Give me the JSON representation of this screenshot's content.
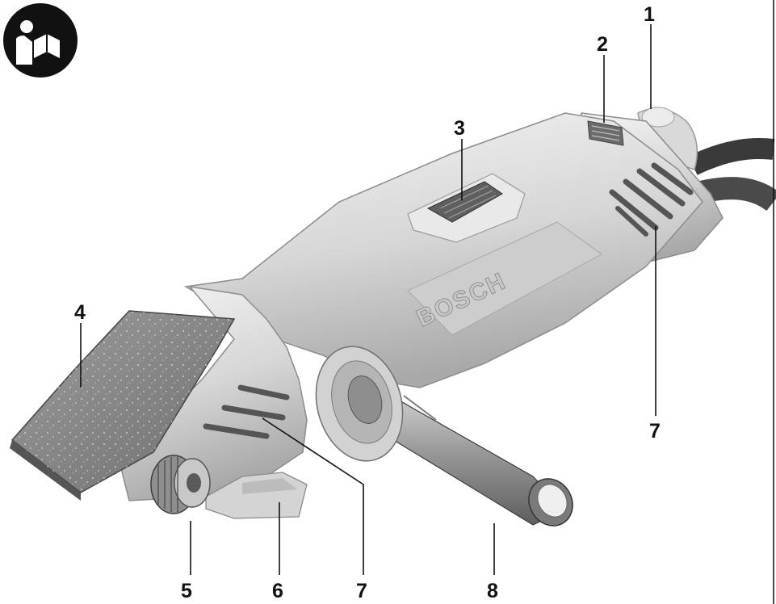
{
  "manual_icon": {
    "icon": "read-manual-icon"
  },
  "tool": {
    "brand": "BOSCH"
  },
  "callouts": [
    {
      "id": "1",
      "label": "1"
    },
    {
      "id": "2",
      "label": "2"
    },
    {
      "id": "3",
      "label": "3"
    },
    {
      "id": "4",
      "label": "4"
    },
    {
      "id": "5",
      "label": "5"
    },
    {
      "id": "6",
      "label": "6"
    },
    {
      "id": "7a",
      "label": "7"
    },
    {
      "id": "7b",
      "label": "7"
    },
    {
      "id": "8",
      "label": "8"
    }
  ],
  "colors": {
    "ink": "#111111",
    "tool_body": "#dcdcdc",
    "sanding_belt": "#8c8c8c"
  }
}
